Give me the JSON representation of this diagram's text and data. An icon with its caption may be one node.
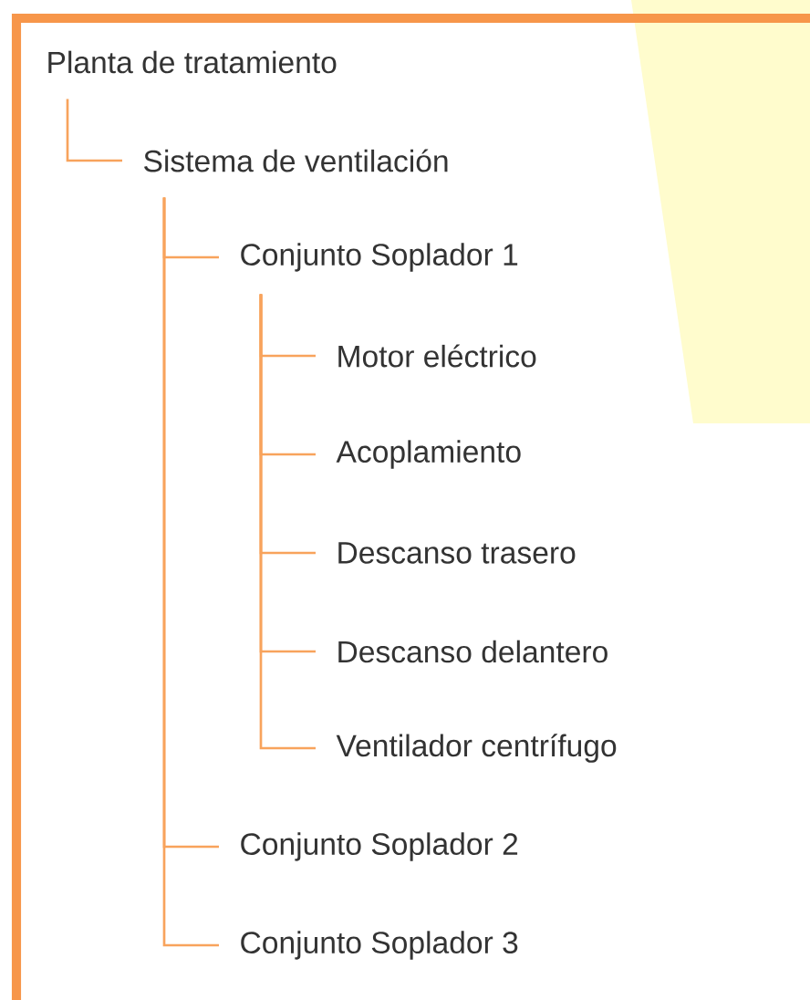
{
  "diagram": {
    "nodes": [
      {
        "text": [
          "Planta de tratamiento"
        ]
      },
      {
        "text": [
          "Sistema de ventilación"
        ]
      },
      {
        "text": [
          "Conjunto Soplador 1"
        ]
      },
      {
        "text": [
          "Motor eléctrico"
        ]
      },
      {
        "text": [
          "Acoplamiento"
        ]
      },
      {
        "text": [
          "Descanso trasero"
        ]
      },
      {
        "text": [
          "Descanso delantero"
        ]
      },
      {
        "text": [
          "Ventilador centrífugo"
        ]
      },
      {
        "text": [
          "Conjunto Soplador 2"
        ]
      },
      {
        "text": [
          "Conjunto Soplador 3"
        ]
      }
    ],
    "edges": [
      {
        "from": 0,
        "to": 1,
        "arrow": "none"
      },
      {
        "from": 1,
        "to": 2,
        "arrow": "none"
      },
      {
        "from": 2,
        "to": 3,
        "arrow": "none"
      },
      {
        "from": 2,
        "to": 4,
        "arrow": "none"
      },
      {
        "from": 2,
        "to": 5,
        "arrow": "none"
      },
      {
        "from": 2,
        "to": 6,
        "arrow": "none"
      },
      {
        "from": 2,
        "to": 7,
        "arrow": "none"
      },
      {
        "from": 1,
        "to": 8,
        "arrow": "none"
      },
      {
        "from": 1,
        "to": 9,
        "arrow": "none"
      }
    ]
  }
}
